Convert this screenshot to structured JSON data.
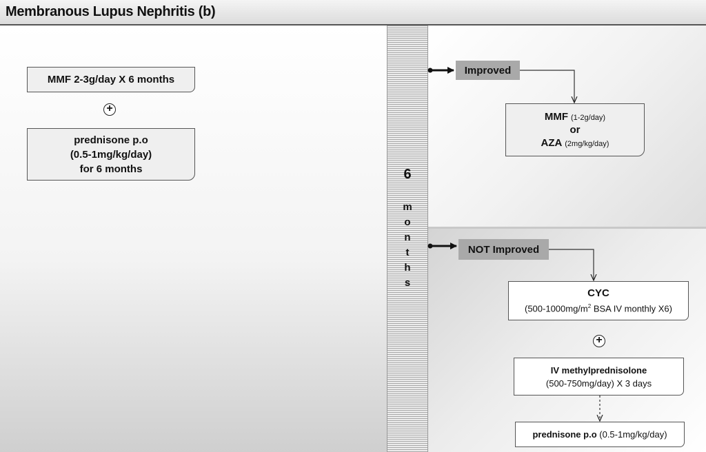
{
  "title": "Membranous Lupus Nephritis (b)",
  "timeline": {
    "number": "6",
    "letters": [
      "m",
      "o",
      "n",
      "t",
      "h",
      "s"
    ]
  },
  "left": {
    "box1": "MMF 2-3g/day X 6 months",
    "plus": "+",
    "box2": {
      "line1": "prednisone p.o",
      "line2": "(0.5-1mg/kg/day)",
      "line3": "for 6 months"
    }
  },
  "improved": {
    "label": "Improved",
    "box": {
      "mmf": "MMF",
      "mmf_dose": "(1-2g/day)",
      "or": "or",
      "aza": "AZA",
      "aza_dose": "(2mg/kg/day)"
    }
  },
  "not_improved": {
    "label": "NOT Improved",
    "cyc_box": {
      "name": "CYC",
      "dose_prefix": "(500-1000mg/m",
      "dose_sup": "2",
      "dose_suffix": " BSA IV monthly  X6)"
    },
    "plus": "+",
    "methyl_box": {
      "name": "IV methylprednisolone",
      "dose": "(500-750mg/day) X 3 days"
    },
    "pred_box": {
      "name": "prednisone p.o",
      "dose": "(0.5-1mg/kg/day)"
    }
  }
}
